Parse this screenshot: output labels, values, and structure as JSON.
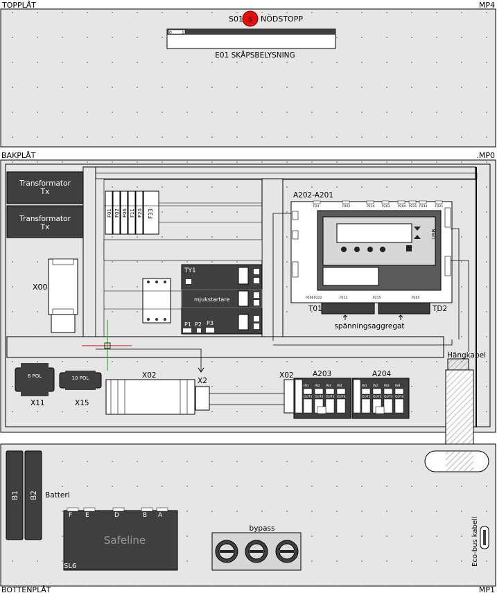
{
  "sections": {
    "top": {
      "label": "TOPPLÅT",
      "code": "MP4"
    },
    "back": {
      "label": "BAKPLÅT",
      "code": ".MP0"
    },
    "bottom": {
      "label": "BOTTENPLÅT",
      "code": "MP1"
    }
  },
  "top_panel": {
    "estop_label_left": "S01",
    "estop_label_right": "NÖDSTOPP",
    "estop_symbol": "S",
    "switch_left": "0",
    "switch_right": "1",
    "lighting_label": "E01 SKÅPSBELYSNING"
  },
  "back_panel": {
    "transformers": [
      "Transformator\nTx",
      "Transformator\nTx"
    ],
    "fuses": [
      "F01",
      "F02",
      "F06",
      "F11",
      "F20"
    ],
    "fuse_big": "F33",
    "x00": "X00",
    "ty1": "TY1",
    "softstarter": "mjukstartare",
    "p_labels": [
      "P1",
      "P2",
      "P3"
    ],
    "a202": "A202-A201",
    "top_ports": [
      "P24",
      "P202",
      "P214",
      "P203",
      "P204",
      "P211",
      "P234",
      "P221"
    ],
    "bottom_ports": [
      "P206",
      "P222",
      "P213",
      "P215",
      "P205"
    ],
    "t01": "T01",
    "t02": "TD2",
    "psu": "spänningsaggregat",
    "usb": "USB",
    "hangkabel": "Hängkabel",
    "x11_box": "6 POL",
    "x11": "X11",
    "x15_box": "10 POL",
    "x15": "X15",
    "x02a": "X02",
    "x2": "X2",
    "x02b": "X02",
    "a203": "A203",
    "a204": "A204",
    "io_top": [
      "IN1",
      "IN2",
      "IN3",
      "IN4"
    ],
    "io_out": [
      "OUT1",
      "OUT2",
      "OUT3",
      "OUT4"
    ]
  },
  "bottom_panel": {
    "b1": "B1",
    "b2": "B2",
    "batteri": "Batteri",
    "safeline": "Safeline",
    "sl_letters": [
      "F",
      "E",
      "D",
      "B",
      "A"
    ],
    "sl6": "SL6",
    "bypass": "bypass",
    "ecobus": "Eco-bus kabell"
  },
  "colors": {
    "panel": "#e6e6e6",
    "dark_box": "#3f3f3f",
    "estop": "#e01010",
    "label_text": "#000000"
  }
}
